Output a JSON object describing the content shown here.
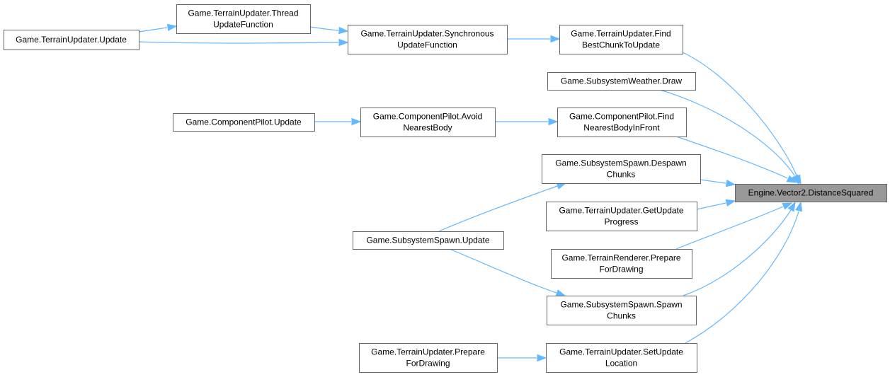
{
  "nodes": [
    {
      "id": "tu_update",
      "lines": [
        "Game.TerrainUpdater.Update"
      ]
    },
    {
      "id": "tu_thread",
      "lines": [
        "Game.TerrainUpdater.Thread",
        "UpdateFunction"
      ]
    },
    {
      "id": "tu_sync",
      "lines": [
        "Game.TerrainUpdater.Synchronous",
        "UpdateFunction"
      ]
    },
    {
      "id": "tu_findbest",
      "lines": [
        "Game.TerrainUpdater.Find",
        "BestChunkToUpdate"
      ]
    },
    {
      "id": "sw_draw",
      "lines": [
        "Game.SubsystemWeather.Draw"
      ]
    },
    {
      "id": "cp_update",
      "lines": [
        "Game.ComponentPilot.Update"
      ]
    },
    {
      "id": "cp_avoid",
      "lines": [
        "Game.ComponentPilot.Avoid",
        "NearestBody"
      ]
    },
    {
      "id": "cp_find",
      "lines": [
        "Game.ComponentPilot.Find",
        "NearestBodyInFront"
      ]
    },
    {
      "id": "ss_despawn",
      "lines": [
        "Game.SubsystemSpawn.Despawn",
        "Chunks"
      ]
    },
    {
      "id": "tu_getprogress",
      "lines": [
        "Game.TerrainUpdater.GetUpdate",
        "Progress"
      ]
    },
    {
      "id": "ss_update",
      "lines": [
        "Game.SubsystemSpawn.Update"
      ]
    },
    {
      "id": "tr_prepare",
      "lines": [
        "Game.TerrainRenderer.Prepare",
        "ForDrawing"
      ]
    },
    {
      "id": "ss_spawn",
      "lines": [
        "Game.SubsystemSpawn.Spawn",
        "Chunks"
      ]
    },
    {
      "id": "tu_prepare",
      "lines": [
        "Game.TerrainUpdater.Prepare",
        "ForDrawing"
      ]
    },
    {
      "id": "tu_setloc",
      "lines": [
        "Game.TerrainUpdater.SetUpdate",
        "Location"
      ]
    },
    {
      "id": "target",
      "lines": [
        "Engine.Vector2.DistanceSquared"
      ]
    }
  ],
  "edges": [
    [
      "tu_update",
      "tu_thread"
    ],
    [
      "tu_update",
      "tu_sync"
    ],
    [
      "tu_thread",
      "tu_sync"
    ],
    [
      "tu_sync",
      "tu_findbest"
    ],
    [
      "tu_findbest",
      "target"
    ],
    [
      "sw_draw",
      "target"
    ],
    [
      "cp_update",
      "cp_avoid"
    ],
    [
      "cp_avoid",
      "cp_find"
    ],
    [
      "cp_find",
      "target"
    ],
    [
      "ss_despawn",
      "target"
    ],
    [
      "ss_update",
      "ss_despawn"
    ],
    [
      "ss_update",
      "ss_spawn"
    ],
    [
      "tu_getprogress",
      "target"
    ],
    [
      "tr_prepare",
      "target"
    ],
    [
      "ss_spawn",
      "target"
    ],
    [
      "tu_prepare",
      "tu_setloc"
    ],
    [
      "tu_setloc",
      "target"
    ]
  ],
  "colors": {
    "edge": "#63b8ff",
    "target_fill": "#999999",
    "box_stroke": "#666666"
  }
}
